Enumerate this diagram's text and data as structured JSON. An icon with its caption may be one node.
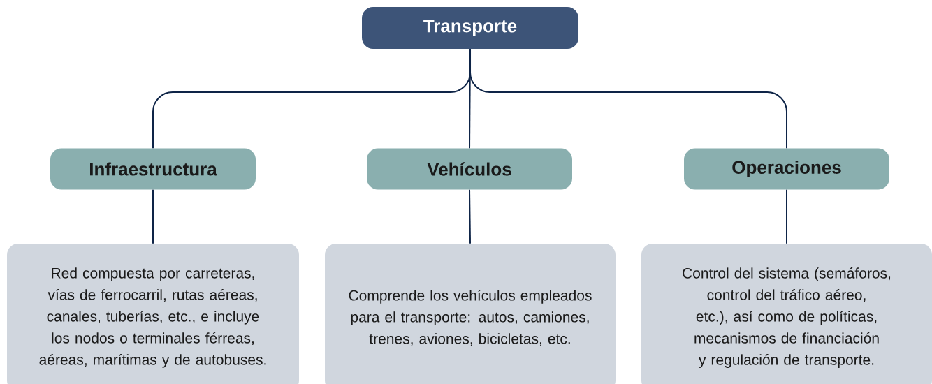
{
  "diagram": {
    "nodes": [
      {
        "text": [
          "Transporte"
        ]
      },
      {
        "text": [
          "Infraestructura"
        ]
      },
      {
        "text": [
          "Vehículos"
        ]
      },
      {
        "text": [
          "Operaciones"
        ]
      },
      {
        "text": [
          "Red compuesta por carreteras, vías de ferrocarril, rutas aéreas, canales, tuberías, etc.,  e incluye los nodos o terminales férreas, aéreas, marítimas y de autobuses."
        ]
      },
      {
        "text": [
          "Comprende los vehículos empleados para el transporte: autos, camiones, trenes, aviones, bicicletas, etc."
        ]
      },
      {
        "text": [
          "Control del sistema (semáforos, control del tráfico aéreo, etc.), así como de políticas, mecanismos de financiación y regulación de transporte."
        ]
      }
    ],
    "edges": [
      {
        "from": 0,
        "to": 1,
        "arrow": "none"
      },
      {
        "from": 0,
        "to": 2,
        "arrow": "none"
      },
      {
        "from": 0,
        "to": 3,
        "arrow": "none"
      },
      {
        "from": 1,
        "to": 4,
        "arrow": "none"
      },
      {
        "from": 2,
        "to": 5,
        "arrow": "none"
      },
      {
        "from": 3,
        "to": 6,
        "arrow": "none"
      }
    ]
  }
}
